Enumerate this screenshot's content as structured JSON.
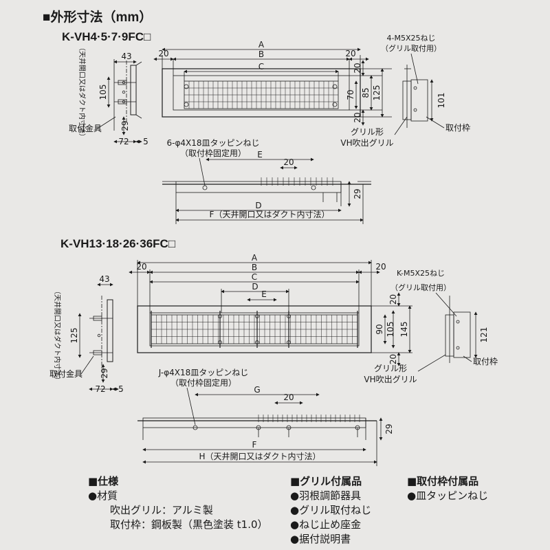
{
  "page_title": "■外形寸法（mm）",
  "models": [
    {
      "name": "K-VH4·5·7·9FC□",
      "dims": {
        "A": "A",
        "B": "B",
        "C": "C",
        "E": "E",
        "D": "D",
        "F": "F",
        "d20a": "20",
        "d20b": "20",
        "d43": "43",
        "d105": "105",
        "d72": "72",
        "d5": "5",
        "d29": "29",
        "d20c": "20",
        "d70": "70",
        "d85": "85",
        "d125": "125",
        "d20d": "20",
        "d101": "101",
        "d20e": "20",
        "d29b": "29"
      },
      "labels": {
        "vertical_note": "（天井開口又はダクト内寸法）",
        "bracket": "取付金具",
        "screw_note": "4-M5X25ねじ",
        "screw_sub": "（グリル取付用）",
        "grille1": "グリル形",
        "grille2": "VH吹出グリル",
        "frame": "取付枠",
        "tap_screw": "6-φ4X18皿タッピンねじ",
        "tap_sub": "（取付枠固定用）",
        "F_note": "F（天井開口又はダクト内寸法）"
      }
    },
    {
      "name": "K-VH13·18·26·36FC□",
      "dims": {
        "A": "A",
        "B": "B",
        "C": "C",
        "D": "D",
        "E": "E",
        "G": "G",
        "F": "F",
        "d20a": "20",
        "d20b": "20",
        "d43": "43",
        "d125": "125",
        "d72": "72",
        "d5": "5",
        "d29": "29",
        "d20c": "20",
        "d90": "90",
        "d105": "105",
        "d145": "145",
        "d20d": "20",
        "d121": "121",
        "d20e": "20",
        "d29b": "29"
      },
      "labels": {
        "vertical_note": "（天井開口又はダクト内寸法）",
        "bracket": "取付金具",
        "screw_note": "K-M5X25ねじ",
        "screw_sub": "（グリル取付用）",
        "grille1": "グリル形",
        "grille2": "VH吹出グリル",
        "frame": "取付枠",
        "tap_screw": "J-φ4X18皿タッピンねじ",
        "tap_sub": "（取付枠固定用）",
        "H_note": "H（天井開口又はダクト内寸法）"
      }
    }
  ],
  "specs": {
    "heading": "■仕様",
    "material": "●材質",
    "grille_material": "吹出グリル：アルミ製",
    "frame_material": "取付枠：鋼板製（黒色塗装 t1.0）"
  },
  "grille_accessories": {
    "heading": "■グリル付属品",
    "items": [
      "●羽根調節器具",
      "●グリル取付ねじ",
      "●ねじ止め座金",
      "●据付説明書"
    ]
  },
  "frame_accessories": {
    "heading": "■取付枠付属品",
    "items": [
      "●皿タッピンねじ"
    ]
  }
}
